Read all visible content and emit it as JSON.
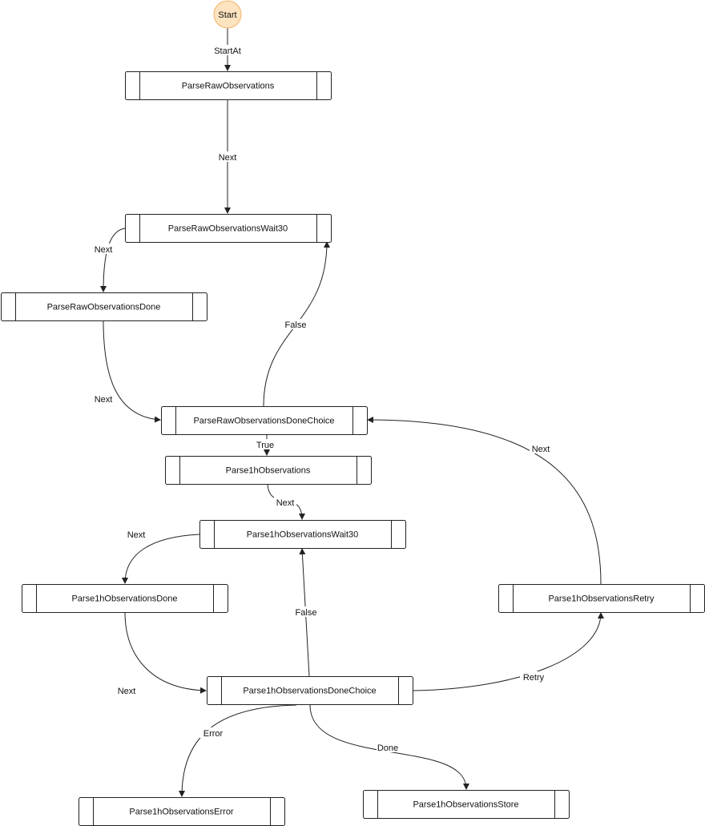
{
  "start": {
    "label": "Start"
  },
  "nodes": [
    {
      "id": "parseRaw",
      "label": "ParseRawObservations"
    },
    {
      "id": "parseRawWait",
      "label": "ParseRawObservationsWait30"
    },
    {
      "id": "parseRawDone",
      "label": "ParseRawObservationsDone"
    },
    {
      "id": "parseRawChoice",
      "label": "ParseRawObservationsDoneChoice"
    },
    {
      "id": "parse1h",
      "label": "Parse1hObservations"
    },
    {
      "id": "parse1hWait",
      "label": "Parse1hObservationsWait30"
    },
    {
      "id": "parse1hDone",
      "label": "Parse1hObservationsDone"
    },
    {
      "id": "parse1hRetry",
      "label": "Parse1hObservationsRetry"
    },
    {
      "id": "parse1hChoice",
      "label": "Parse1hObservationsDoneChoice"
    },
    {
      "id": "parse1hError",
      "label": "Parse1hObservationsError"
    },
    {
      "id": "parse1hStore",
      "label": "Parse1hObservationsStore"
    }
  ],
  "edges": [
    {
      "from": "start",
      "to": "parseRaw",
      "label": "StartAt"
    },
    {
      "from": "parseRaw",
      "to": "parseRawWait",
      "label": "Next"
    },
    {
      "from": "parseRawWait",
      "to": "parseRawDone",
      "label": "Next"
    },
    {
      "from": "parseRawDone",
      "to": "parseRawChoice",
      "label": "Next"
    },
    {
      "from": "parseRawChoice",
      "to": "parseRawWait",
      "label": "False"
    },
    {
      "from": "parseRawChoice",
      "to": "parse1h",
      "label": "True"
    },
    {
      "from": "parse1h",
      "to": "parse1hWait",
      "label": "Next"
    },
    {
      "from": "parse1hWait",
      "to": "parse1hDone",
      "label": "Next"
    },
    {
      "from": "parse1hDone",
      "to": "parse1hChoice",
      "label": "Next"
    },
    {
      "from": "parse1hChoice",
      "to": "parse1hWait",
      "label": "False"
    },
    {
      "from": "parse1hChoice",
      "to": "parse1hRetry",
      "label": "Retry"
    },
    {
      "from": "parse1hRetry",
      "to": "parseRawChoice",
      "label": "Next"
    },
    {
      "from": "parse1hChoice",
      "to": "parse1hError",
      "label": "Error"
    },
    {
      "from": "parse1hChoice",
      "to": "parse1hStore",
      "label": "Done"
    }
  ]
}
